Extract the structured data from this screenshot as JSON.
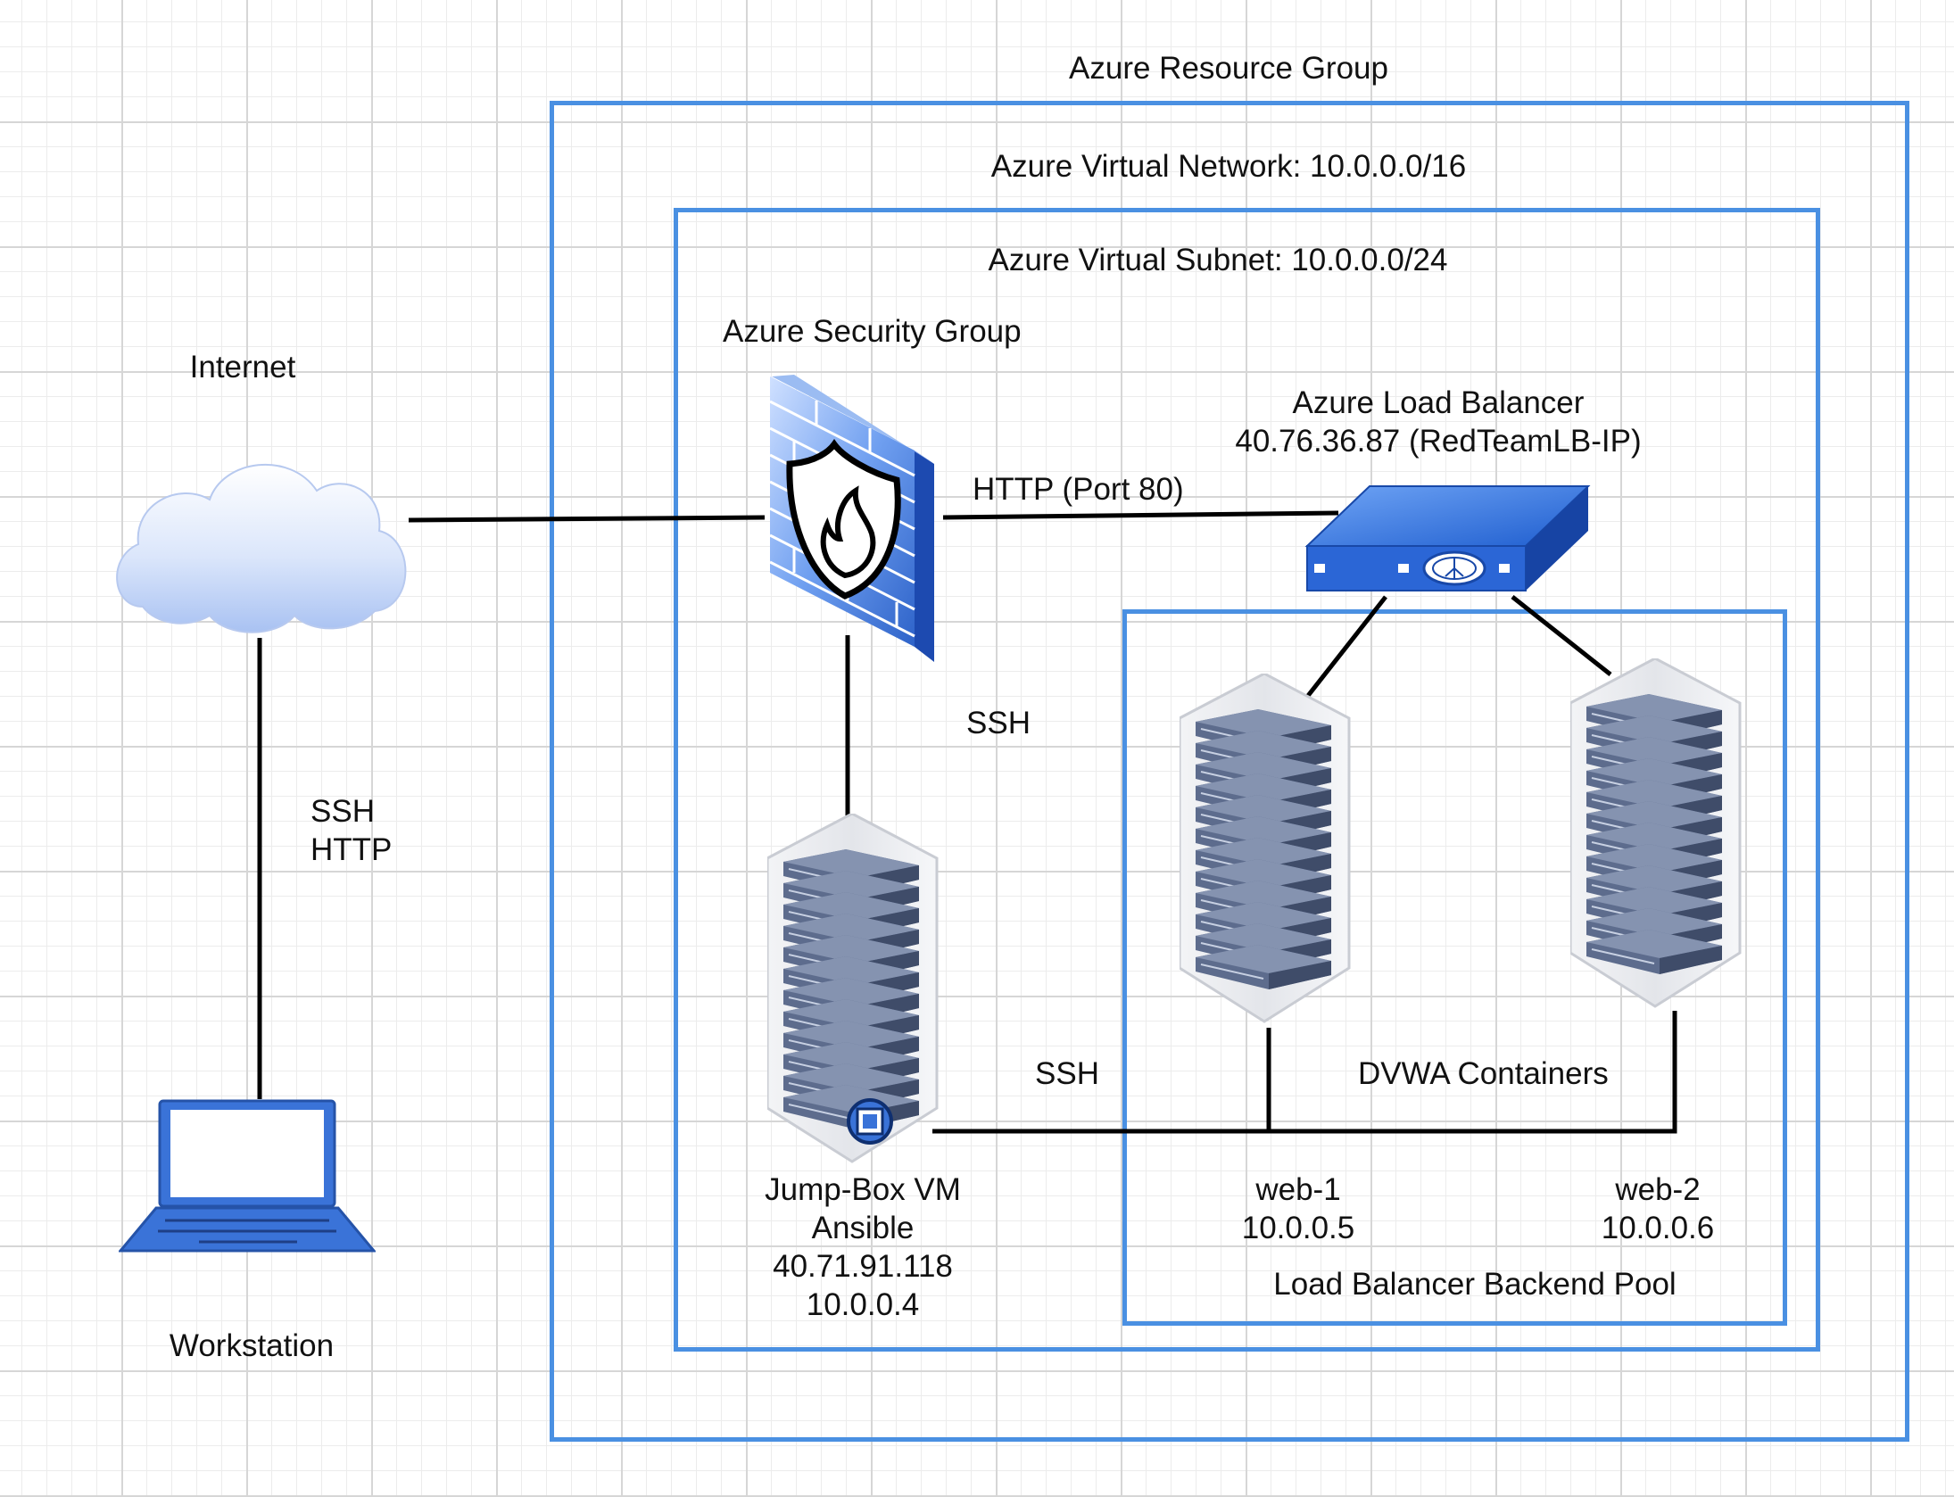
{
  "containers": {
    "resource_group": "Azure Resource Group",
    "virtual_network": "Azure Virtual Network: 10.0.0.0/16",
    "virtual_subnet": "Azure Virtual Subnet: 10.0.0.0/24",
    "backend_pool": "Load Balancer Backend Pool"
  },
  "nodes": {
    "internet": {
      "label": "Internet",
      "icon": "cloud-icon"
    },
    "workstation": {
      "label": "Workstation",
      "icon": "laptop-icon"
    },
    "security_group": {
      "label": "Azure Security Group",
      "icon": "firewall-icon"
    },
    "load_balancer": {
      "label_line1": "Azure Load Balancer",
      "label_line2": "40.76.36.87 (RedTeamLB-IP)",
      "icon": "load-balancer-icon"
    },
    "jump_box": {
      "line1": "Jump-Box VM",
      "line2": "Ansible",
      "line3": "40.71.91.118",
      "line4": "10.0.0.4",
      "icon": "server-rack-icon"
    },
    "web1": {
      "name": "web-1",
      "ip": "10.0.0.5",
      "icon": "server-rack-icon"
    },
    "web2": {
      "name": "web-2",
      "ip": "10.0.0.6",
      "icon": "server-rack-icon"
    },
    "dvwa": "DVWA Containers"
  },
  "edges": {
    "internet_to_workstation_line1": "SSH",
    "internet_to_workstation_line2": "HTTP",
    "firewall_to_lb": "HTTP (Port 80)",
    "firewall_to_jumpbox": "SSH",
    "jumpbox_to_web": "SSH"
  },
  "colors": {
    "container_border": "#4a90e2",
    "icon_blue": "#3a73d8",
    "server_body": "#4a5a7c",
    "wire": "#000000"
  }
}
